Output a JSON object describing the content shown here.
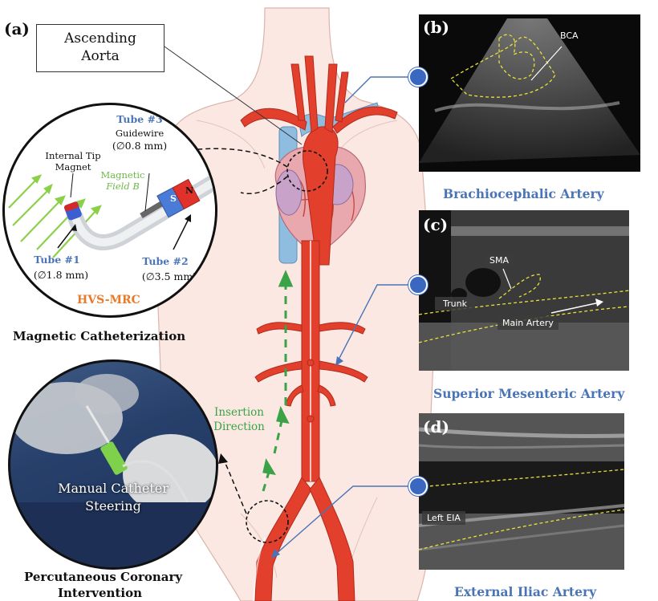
{
  "panels": {
    "a": "(a)",
    "b": "(b)",
    "c": "(c)",
    "d": "(d)"
  },
  "aorta_box": {
    "line1": "Ascending",
    "line2": "Aorta"
  },
  "catheter": {
    "tube3_title": "Tube #3",
    "tube3_name": "Guidewire",
    "tube3_dim": "(∅0.8 mm)",
    "tip_magnet_line1": "Internal Tip",
    "tip_magnet_line2": "Magnet",
    "field_line1": "Magnetic",
    "field_line2": "Field B",
    "tube1_title": "Tube #1",
    "tube1_dim": "(∅1.8 mm)",
    "tube2_title": "Tube #2",
    "tube2_dim": "(∅3.5 mm)",
    "device_name": "HVS-MRC",
    "magnet_s": "S",
    "magnet_n": "N"
  },
  "captions": {
    "magnetic": "Magnetic Catheterization",
    "pci_line1": "Percutaneous Coronary",
    "pci_line2": "Intervention",
    "manual_line1": "Manual Catheter",
    "manual_line2": "Steering",
    "insertion_line1": "Insertion",
    "insertion_line2": "Direction",
    "bca_full": "Brachiocephalic Artery",
    "sma_full": "Superior Mesenteric Artery",
    "eia_full": "External Iliac Artery"
  },
  "ultrasound": {
    "b_label": "BCA",
    "c_sma": "SMA",
    "c_trunk": "Trunk",
    "c_main": "Main Artery",
    "d_label": "Left EIA"
  },
  "colors": {
    "artery": "#e2402c",
    "vein": "#8fbde0",
    "heart": "#e9a7ae",
    "accent_blue": "#4a74b8",
    "insertion_green": "#3aa247",
    "device_orange": "#e87a2a"
  }
}
